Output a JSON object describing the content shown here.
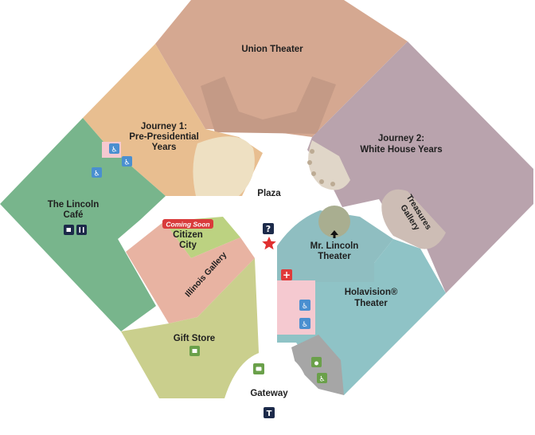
{
  "map": {
    "colors": {
      "union_theater": "#d5a891",
      "union_theater_inner": "#c49a86",
      "journey1": "#e8be90",
      "journey2": "#b9a3ad",
      "treasures": "#cdbdb5",
      "lincoln_cafe": "#78b58c",
      "citizen_city": "#bcd281",
      "illinois_gallery": "#e8b3a2",
      "gift_store": "#cacf8d",
      "mr_lincoln": "#8fbec1",
      "holavision": "#8fc3c6",
      "plaza": "#ffffff",
      "service": "#a6a6a6",
      "restroom": "#f5c9d0",
      "amenity_blue": "#4a8fd0",
      "dark_icon": "#1c2a4a",
      "coming_soon": "#d93b3b",
      "first_aid": "#e03a3a",
      "star": "#e03030",
      "stroller_green": "#6aa04a"
    },
    "zones": {
      "union_theater": "Union Theater",
      "journey1_line1": "Journey 1:",
      "journey1_line2": "Pre-Presidential",
      "journey1_line3": "Years",
      "journey2_line1": "Journey 2:",
      "journey2_line2": "White House Years",
      "treasures_line1": "Treasures",
      "treasures_line2": "Gallery",
      "plaza": "Plaza",
      "lincoln_cafe_line1": "The Lincoln",
      "lincoln_cafe_line2": "Café",
      "citizen_city_line1": "Citizen",
      "citizen_city_line2": "City",
      "coming_soon": "Coming Soon",
      "illinois_gallery": "Illinois Gallery",
      "mr_lincoln_line1": "Mr. Lincoln",
      "mr_lincoln_line2": "Theater",
      "holavision_line1": "Holavision®",
      "holavision_line2": "Theater",
      "gift_store": "Gift Store",
      "gateway": "Gateway"
    },
    "icons": {
      "info": "?",
      "transit": "T",
      "first_aid": "+",
      "accessible": "♿"
    }
  }
}
